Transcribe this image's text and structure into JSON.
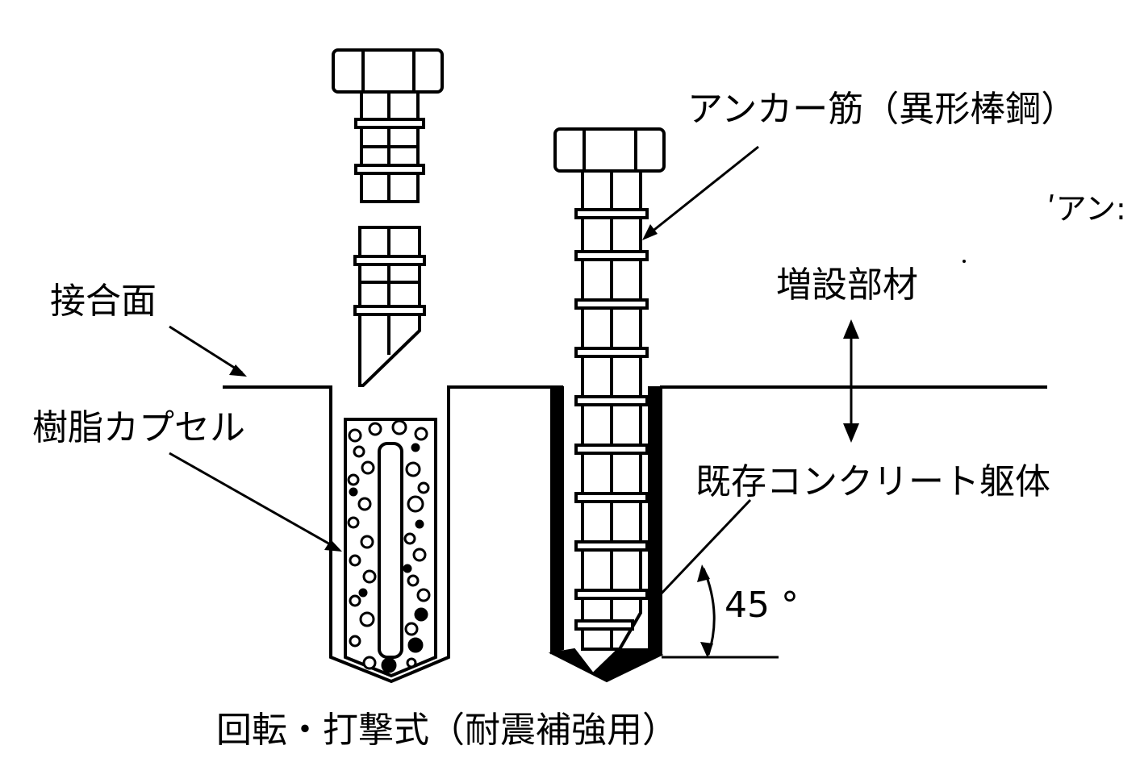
{
  "labels": {
    "anchor_bar": "アンカー筋（異形棒鋼）",
    "partial_cut": "ʹアン:",
    "added_member": "増設部材",
    "joint_surface": "接合面",
    "resin_capsule": "樹脂カプセル",
    "existing_concrete": "既存コンクリート躯体",
    "angle": "45 °",
    "caption": "回転・打撃式（耐震補強用）"
  },
  "colors": {
    "ink": "#000000",
    "paper": "#ffffff"
  }
}
